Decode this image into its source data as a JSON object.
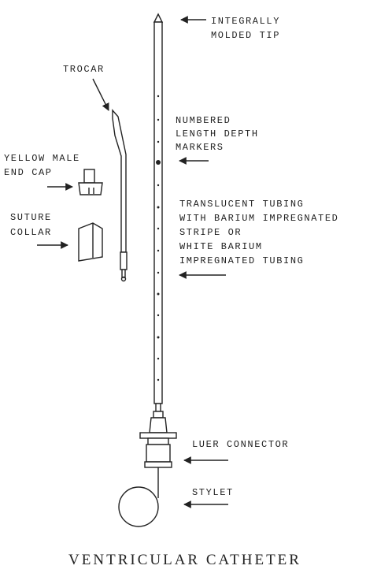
{
  "title": "VENTRICULAR CATHETER",
  "labels": {
    "tip_1": "INTEGRALLY",
    "tip_2": "MOLDED TIP",
    "trocar": "TROCAR",
    "markers_1": "NUMBERED",
    "markers_2": "LENGTH DEPTH",
    "markers_3": "MARKERS",
    "cap_1": "YELLOW MALE",
    "cap_2": "END CAP",
    "tubing_1": "TRANSLUCENT TUBING",
    "tubing_2": "WITH BARIUM IMPREGNATED",
    "tubing_3": "STRIPE OR",
    "tubing_4": "WHITE BARIUM",
    "tubing_5": "IMPREGNATED TUBING",
    "collar_1": "SUTURE",
    "collar_2": "COLLAR",
    "luer": "LUER CONNECTOR",
    "stylet": "STYLET"
  },
  "colors": {
    "ink": "#222222",
    "background": "#ffffff"
  }
}
